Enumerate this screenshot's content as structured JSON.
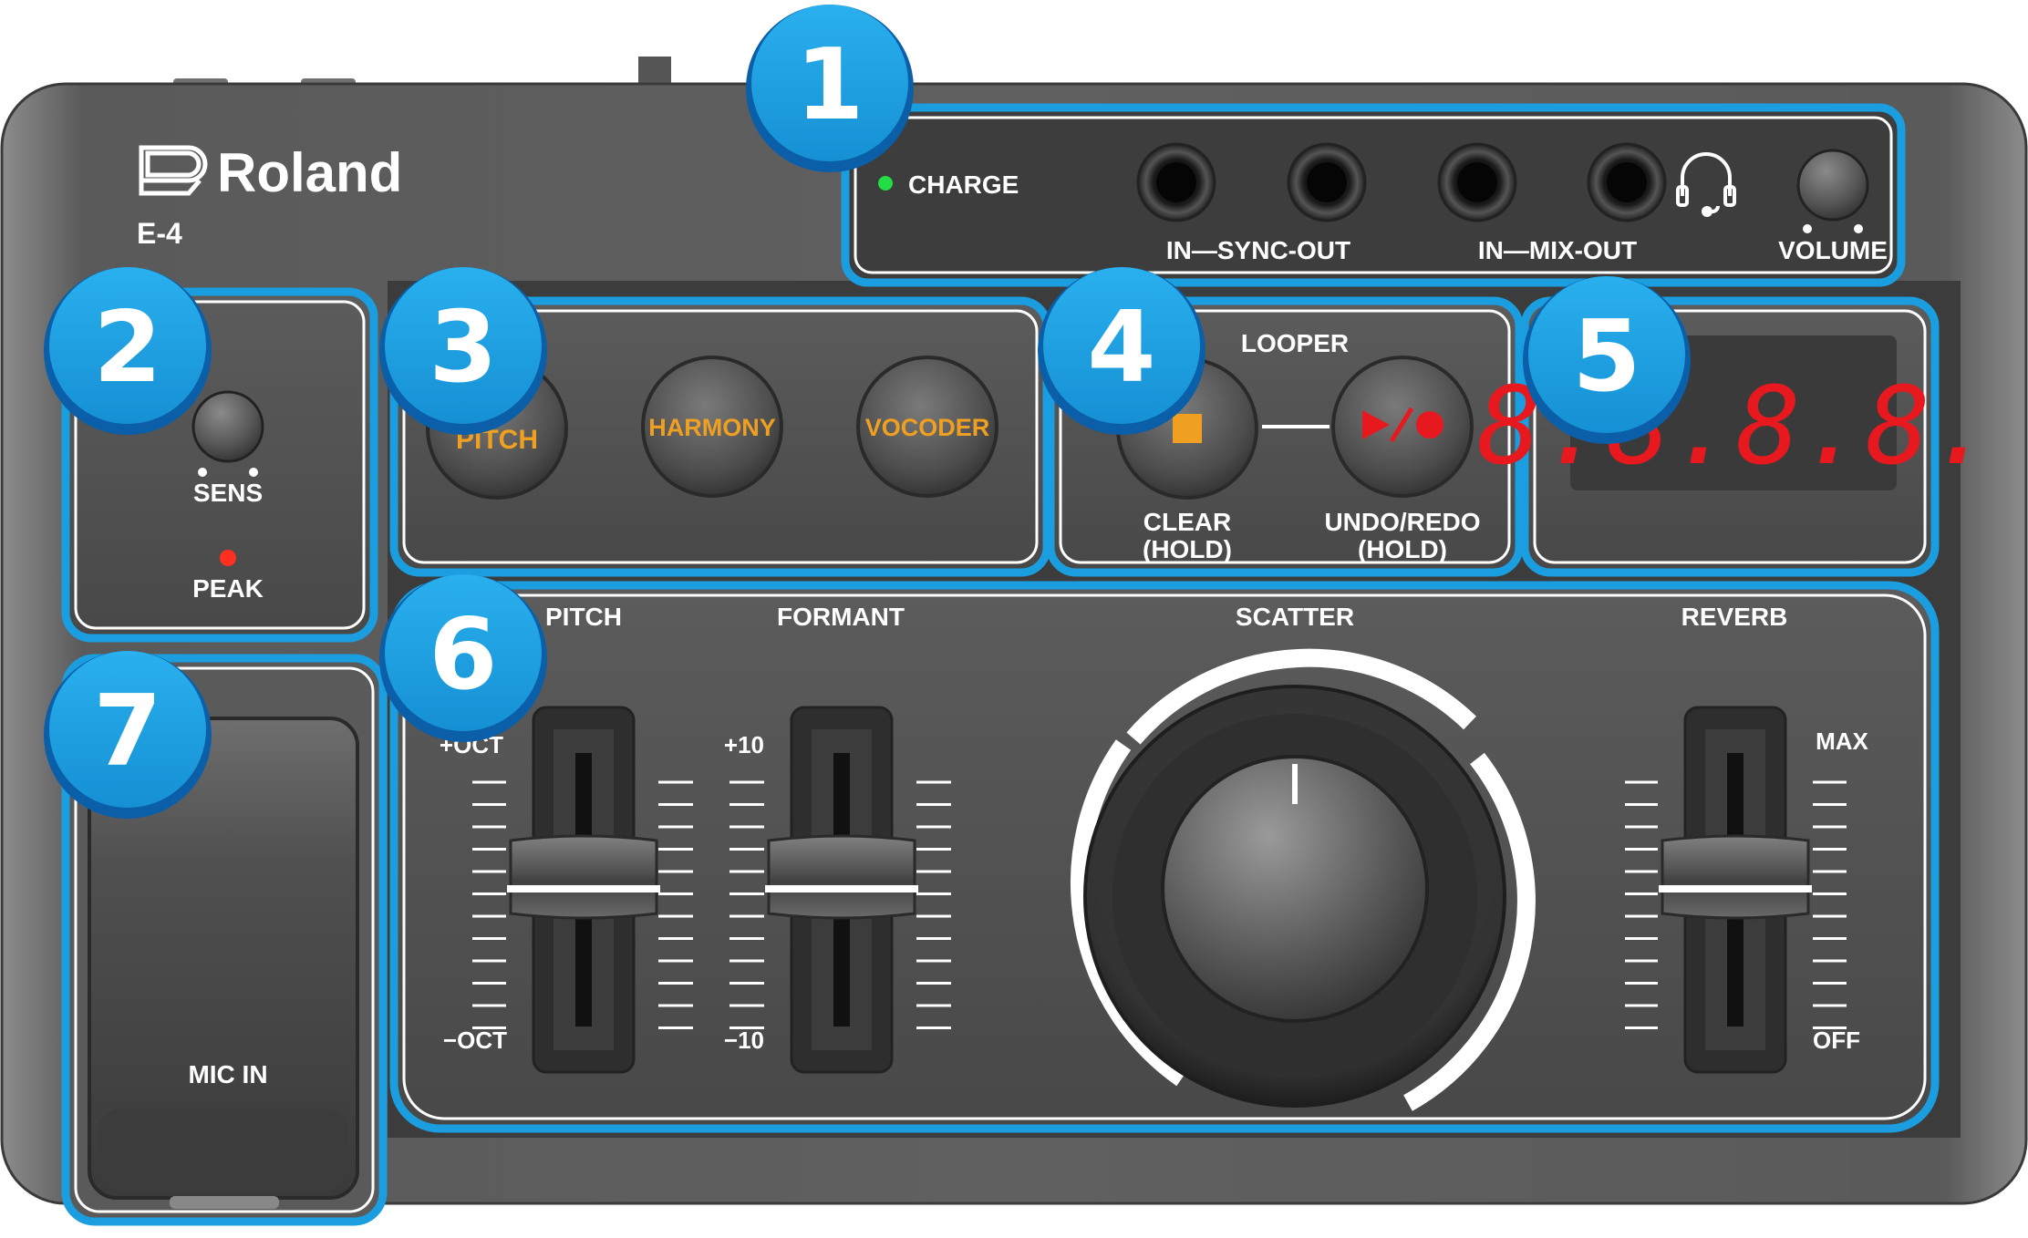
{
  "brand": {
    "logo": "Roland",
    "model": "E-4"
  },
  "section1": {
    "number": "1",
    "charge_label": "CHARGE",
    "sync_label": "IN—SYNC-OUT",
    "mix_label": "IN—MIX-OUT",
    "volume_label": "VOLUME",
    "headphone_icon": "headphone-icon"
  },
  "section2": {
    "number": "2",
    "sens_label": "SENS",
    "peak_label": "PEAK"
  },
  "section3": {
    "number": "3",
    "buttons": [
      {
        "label": "PITCH"
      },
      {
        "label": "HARMONY"
      },
      {
        "label": "VOCODER"
      }
    ]
  },
  "section4": {
    "number": "4",
    "title": "LOOPER",
    "clear_label": "CLEAR",
    "clear_hold": "(HOLD)",
    "undo_label": "UNDO/REDO",
    "undo_hold": "(HOLD)",
    "stop_icon": "stop-icon",
    "play_rec_icon": "play-record-icon"
  },
  "section5": {
    "number": "5",
    "display": "8.8.8.8."
  },
  "section6": {
    "number": "6",
    "pitch": {
      "title": "PITCH",
      "top": "+OCT",
      "bottom": "−OCT"
    },
    "formant": {
      "title": "FORMANT",
      "top": "+10",
      "bottom": "−10"
    },
    "scatter": {
      "title": "SCATTER"
    },
    "reverb": {
      "title": "REVERB",
      "top": "MAX",
      "bottom": "OFF"
    }
  },
  "section7": {
    "number": "7",
    "label": "MIC IN"
  },
  "colors": {
    "callout_blue": "#1a9ee0",
    "callout_dark": "#0a5fa8",
    "panel_dark": "#4a4a4a",
    "button_orange": "#f0a020",
    "display_red": "#e8191e",
    "charge_green": "#22dd44",
    "peak_red": "#ff3020"
  }
}
